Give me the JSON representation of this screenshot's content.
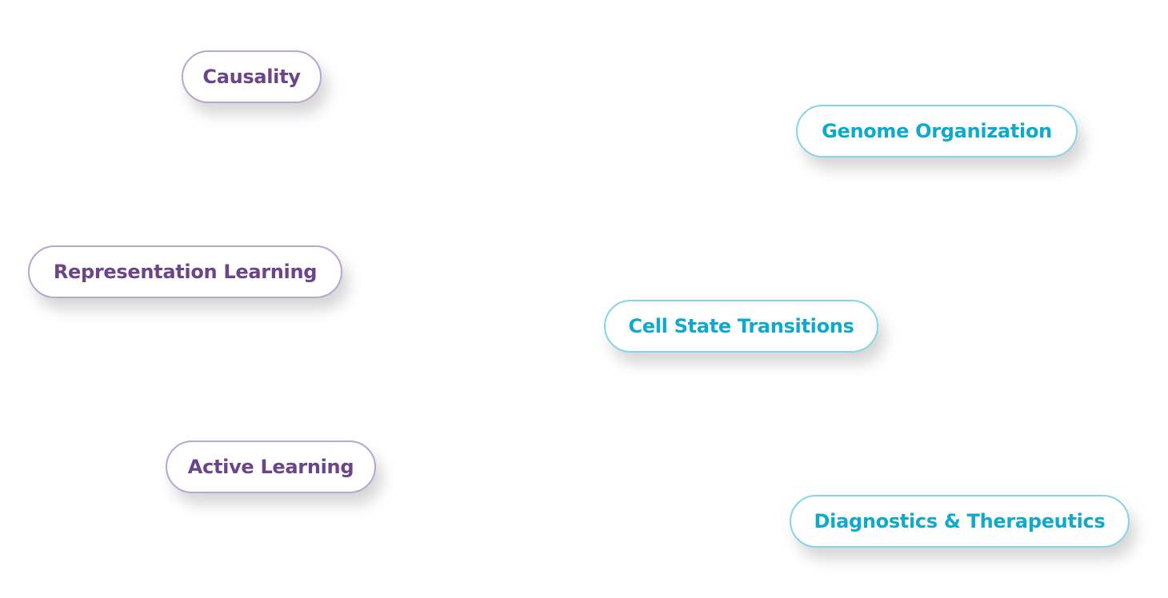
{
  "topics": {
    "causality": "Causality",
    "genome_organization": "Genome Organization",
    "representation_learning": "Representation Learning",
    "cell_state_transitions": "Cell State Transitions",
    "active_learning": "Active Learning",
    "diagnostics_therapeutics": "Diagnostics & Therapeutics"
  },
  "colors": {
    "purple_text": "#6b4587",
    "purple_border": "#b9a6cc",
    "cyan_text": "#0ea9cc",
    "cyan_border": "#86d6e8"
  }
}
